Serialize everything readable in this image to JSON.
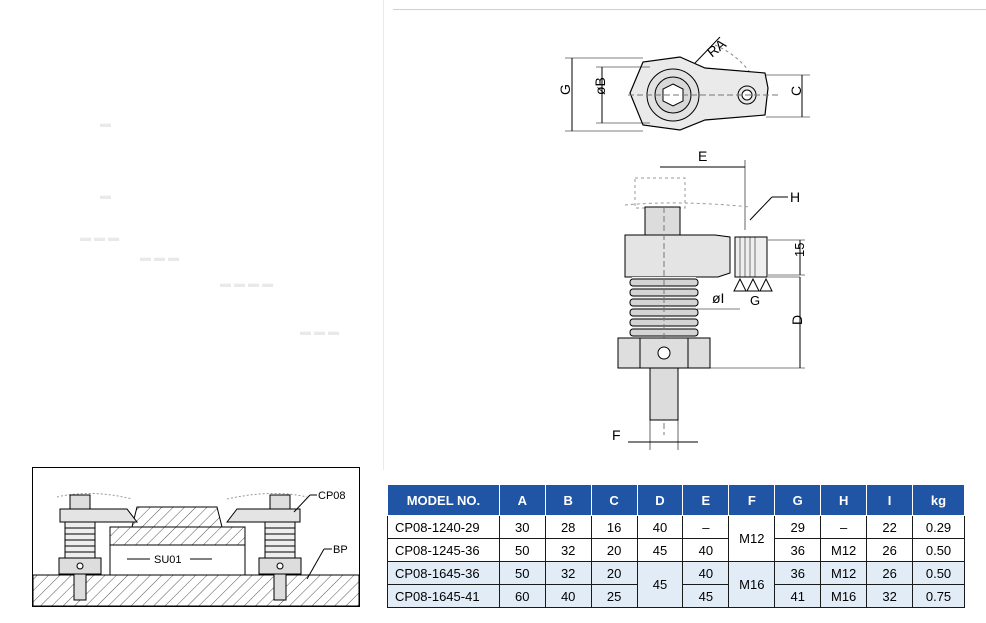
{
  "dims": {
    "RA": "RA",
    "phiB": "øB",
    "G": "G",
    "C": "C",
    "E": "E",
    "H": "H",
    "h15": "15",
    "phiI": "øI",
    "D": "D",
    "F": "F",
    "Gsym": "G"
  },
  "assembly": {
    "cp08": "CP08",
    "bp": "BP",
    "su01": "SU01"
  },
  "table": {
    "headers": [
      "MODEL NO.",
      "A",
      "B",
      "C",
      "D",
      "E",
      "F",
      "G",
      "H",
      "I",
      "kg"
    ],
    "rows": [
      {
        "model": "CP08-1240-29",
        "A": "30",
        "B": "28",
        "C": "16",
        "D": "40",
        "E": "–",
        "F": "M12",
        "G": "29",
        "H": "–",
        "I": "22",
        "kg": "0.29"
      },
      {
        "model": "CP08-1245-36",
        "A": "50",
        "B": "32",
        "C": "20",
        "D": "45",
        "E": "40",
        "F": "M12",
        "G": "36",
        "H": "M12",
        "I": "26",
        "kg": "0.50"
      },
      {
        "model": "CP08-1645-36",
        "A": "50",
        "B": "32",
        "C": "20",
        "D": "45",
        "E": "40",
        "F": "M16",
        "G": "36",
        "H": "M12",
        "I": "26",
        "kg": "0.50"
      },
      {
        "model": "CP08-1645-41",
        "A": "60",
        "B": "40",
        "C": "25",
        "D": "45",
        "E": "45",
        "F": "M16",
        "G": "41",
        "H": "M16",
        "I": "32",
        "kg": "0.75"
      }
    ]
  }
}
